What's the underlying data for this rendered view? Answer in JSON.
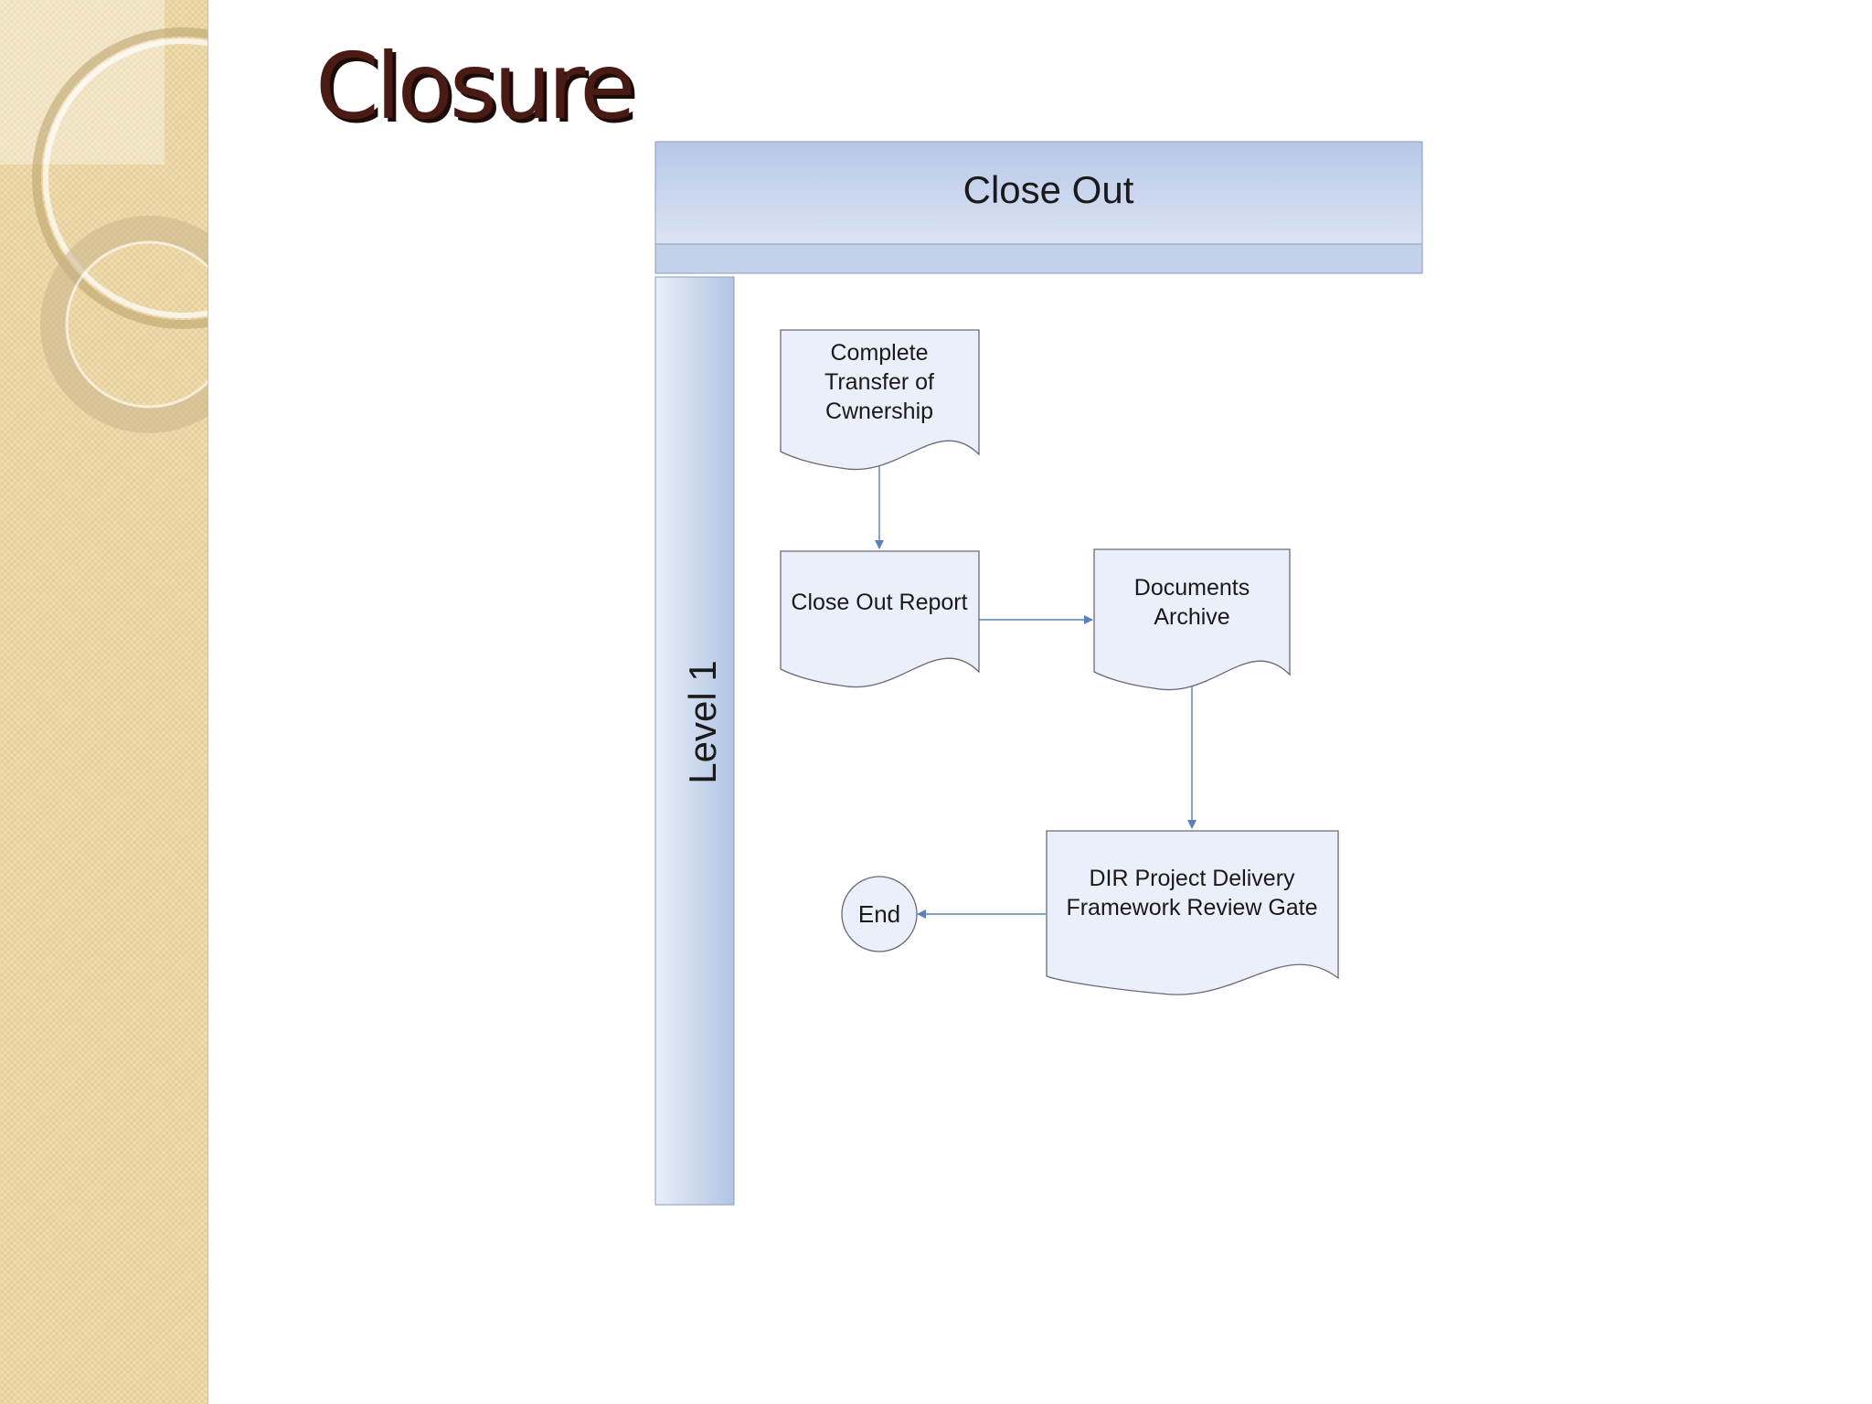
{
  "slide": {
    "title": "Closure"
  },
  "diagram": {
    "phase_header": "Close Out",
    "lane_label": "Level 1",
    "nodes": {
      "complete_transfer": {
        "lines": [
          "Complete",
          "Transfer of",
          "Cwnership"
        ]
      },
      "close_out_report": {
        "lines": [
          "Close Out Report"
        ]
      },
      "documents_archive": {
        "lines": [
          "Documents",
          "Archive"
        ]
      },
      "dir_review_gate": {
        "lines": [
          "DIR Project Delivery",
          "Framework Review Gate"
        ]
      },
      "end": {
        "label": "End"
      }
    }
  },
  "colors": {
    "header_fill": "#c3d1ea",
    "lane_fill": "#c3d1ea",
    "node_fill": "#eaeff9",
    "node_stroke": "#6a6a78",
    "connector": "#5b7fbf",
    "title_text": "#4a1a14",
    "sidebar": "#ecd7a4"
  }
}
